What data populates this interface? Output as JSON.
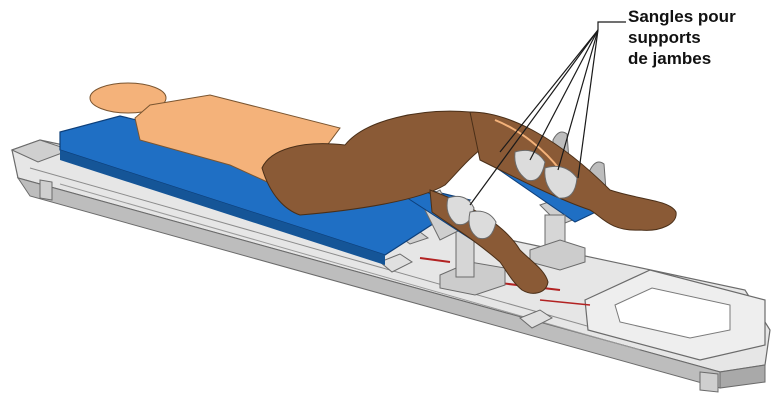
{
  "callout": {
    "lines": [
      "Sangles pour",
      "supports",
      "de jambes"
    ]
  },
  "colors": {
    "skin_light": "#f4b27a",
    "skin_dark": "#8a5a36",
    "pad_blue": "#1f6fc4",
    "table_gray": "#d9d9d9",
    "strap_gray": "#c9c9c9",
    "accent_red": "#b22222"
  }
}
